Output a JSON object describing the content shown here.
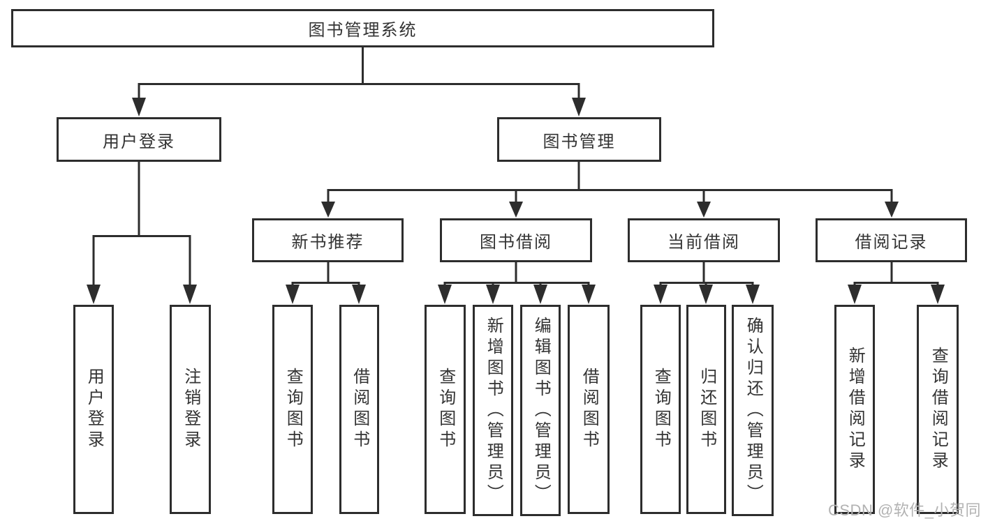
{
  "watermark": "CSDN @软件_小贺同学",
  "colors": {
    "line": "#2d2d2d",
    "text": "#333333",
    "watermark": "#b2b2b2",
    "background": "#ffffff"
  },
  "nodes": {
    "root": {
      "label": "图书管理系统"
    },
    "userLogin": {
      "label": "用户登录"
    },
    "bookMgmt": {
      "label": "图书管理"
    },
    "userLoginLeaf": {
      "label": "用户登录"
    },
    "logoutLeaf": {
      "label": "注销登录"
    },
    "newBookRec": {
      "label": "新书推荐"
    },
    "bookBorrow": {
      "label": "图书借阅"
    },
    "currentBorrow": {
      "label": "当前借阅"
    },
    "borrowRecords": {
      "label": "借阅记录"
    },
    "queryBooks1": {
      "label": "查询图书"
    },
    "borrowBooks1": {
      "label": "借阅图书"
    },
    "queryBooks2": {
      "label": "查询图书"
    },
    "addBooksAdmin": {
      "label": "新增图书（管理员）"
    },
    "editBooksAdmin": {
      "label": "编辑图书（管理员）"
    },
    "borrowBooks2": {
      "label": "借阅图书"
    },
    "queryBooks3": {
      "label": "查询图书"
    },
    "returnBooks": {
      "label": "归还图书"
    },
    "confirmReturnAdmin": {
      "label": "确认归还（管理员）"
    },
    "addBorrowRecord": {
      "label": "新增借阅记录"
    },
    "queryBorrowRecord": {
      "label": "查询借阅记录"
    }
  }
}
